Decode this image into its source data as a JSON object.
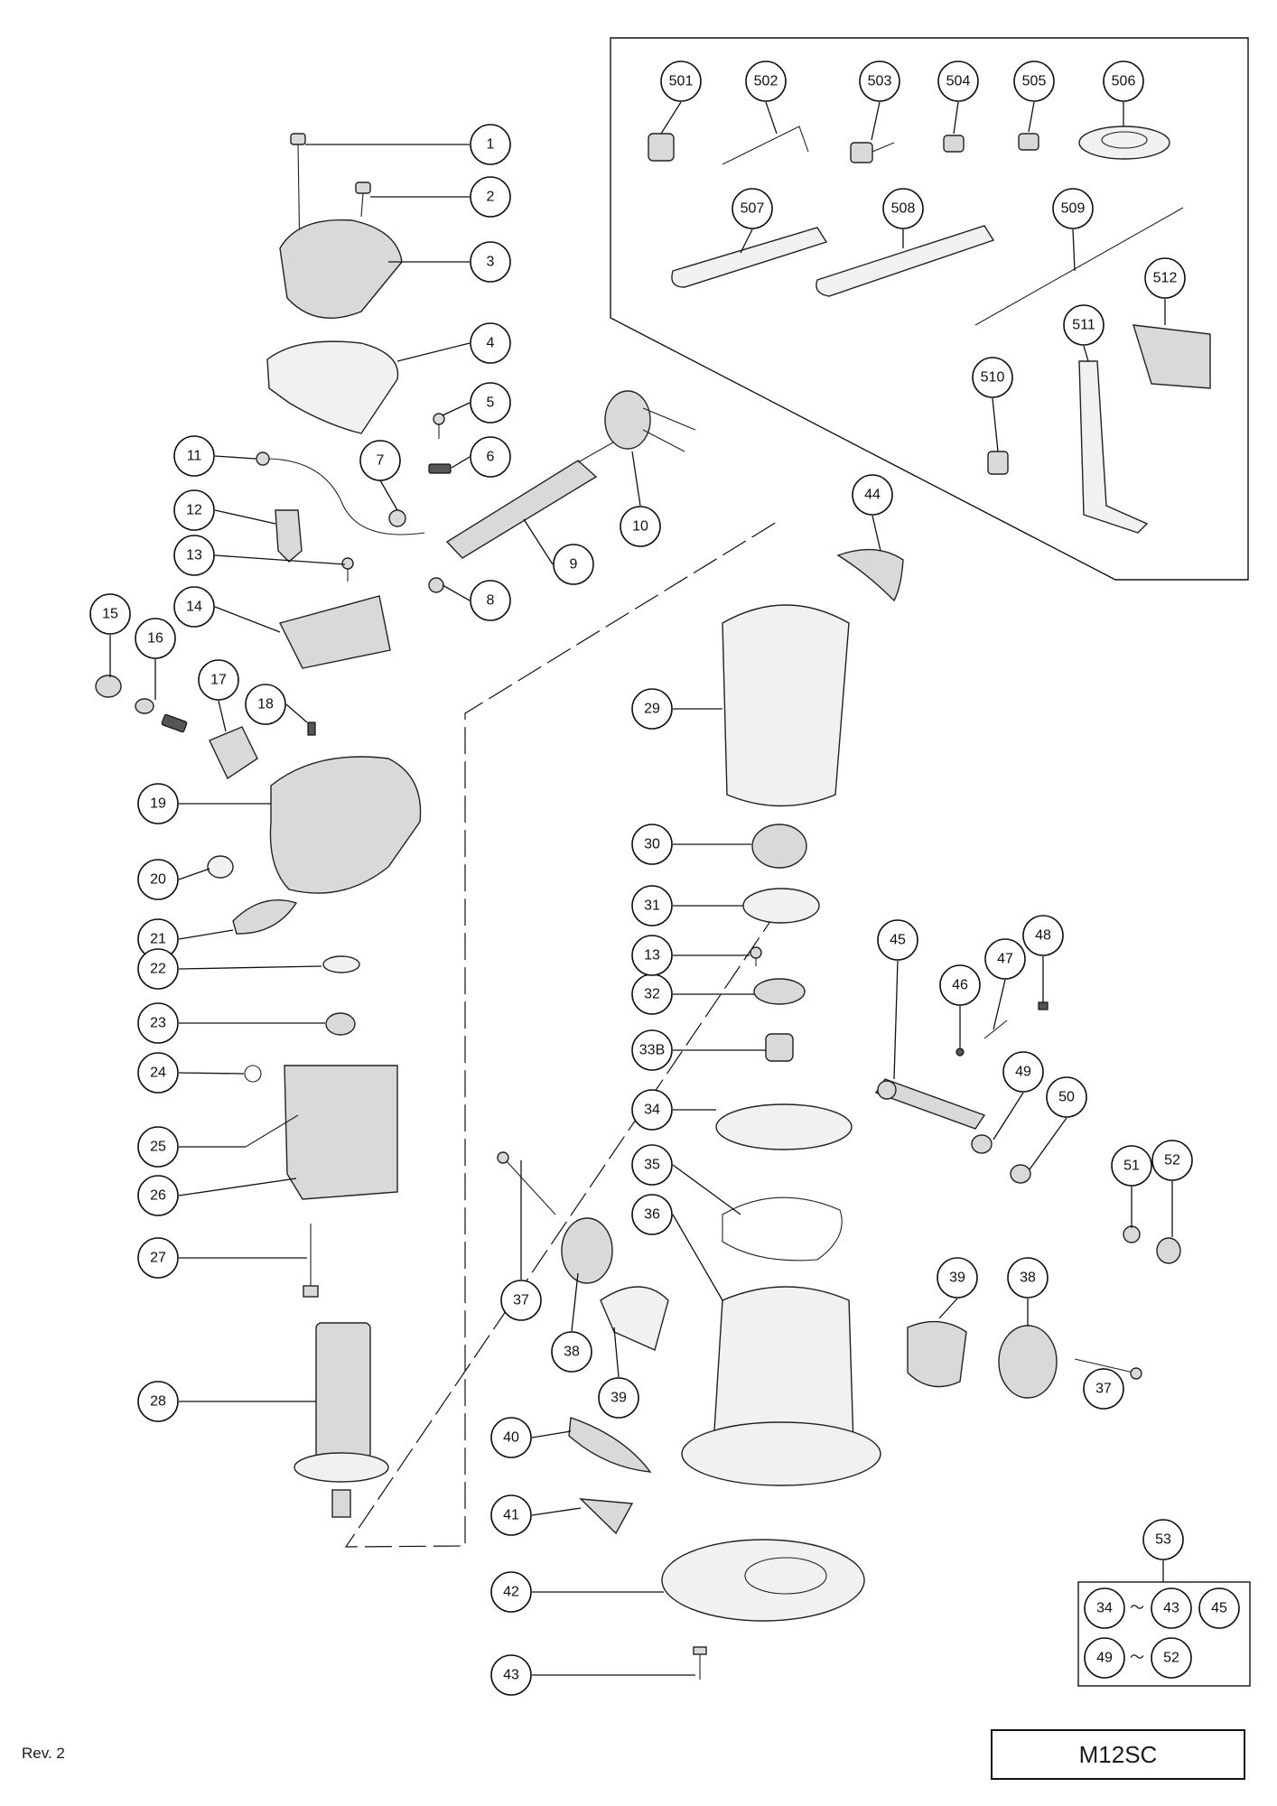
{
  "revision": "Rev. 2",
  "model": "M12SC",
  "callouts": {
    "1": "1",
    "2": "2",
    "3": "3",
    "4": "4",
    "5": "5",
    "6": "6",
    "7": "7",
    "8": "8",
    "9": "9",
    "10": "10",
    "11": "11",
    "12": "12",
    "13a": "13",
    "13b": "13",
    "14": "14",
    "15": "15",
    "16": "16",
    "17": "17",
    "18": "18",
    "19": "19",
    "20": "20",
    "21": "21",
    "22": "22",
    "23": "23",
    "24": "24",
    "25": "25",
    "26": "26",
    "27": "27",
    "28": "28",
    "29": "29",
    "30": "30",
    "31": "31",
    "32": "32",
    "33B": "33B",
    "34": "34",
    "35": "35",
    "36": "36",
    "37a": "37",
    "37b": "37",
    "38a": "38",
    "38b": "38",
    "39a": "39",
    "39b": "39",
    "40": "40",
    "41": "41",
    "42": "42",
    "43": "43",
    "44": "44",
    "45": "45",
    "46": "46",
    "47": "47",
    "48": "48",
    "49": "49",
    "50": "50",
    "51": "51",
    "52": "52",
    "53": "53",
    "501": "501",
    "502": "502",
    "503": "503",
    "504": "504",
    "505": "505",
    "506": "506",
    "507": "507",
    "508": "508",
    "509": "509",
    "510": "510",
    "511": "511",
    "512": "512"
  },
  "kit_53": {
    "range1_from": "34",
    "range1_to": "43",
    "range1_extra": "45",
    "range2_from": "49",
    "range2_to": "52",
    "tilde": "〜"
  }
}
